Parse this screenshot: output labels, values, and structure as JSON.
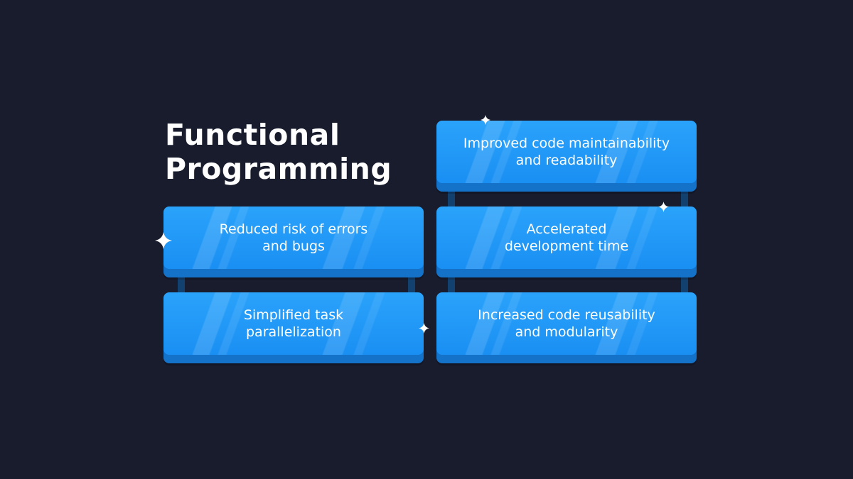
{
  "title": {
    "line1": "Functional",
    "line2": "Programming"
  },
  "cards": [
    {
      "text": "Improved code maintainability\nand readability"
    },
    {
      "text": "Reduced risk of errors\nand bugs"
    },
    {
      "text": "Accelerated\ndevelopment time"
    },
    {
      "text": "Simplified task\nparallelization"
    },
    {
      "text": "Increased code reusability\nand modularity"
    }
  ],
  "colors": {
    "background": "#181c2d",
    "card_top": "#2aa3fb",
    "card_base": "#1572c9",
    "connector": "#12406f",
    "text": "#ffffff"
  },
  "icons": [
    "sparkle-icon"
  ]
}
